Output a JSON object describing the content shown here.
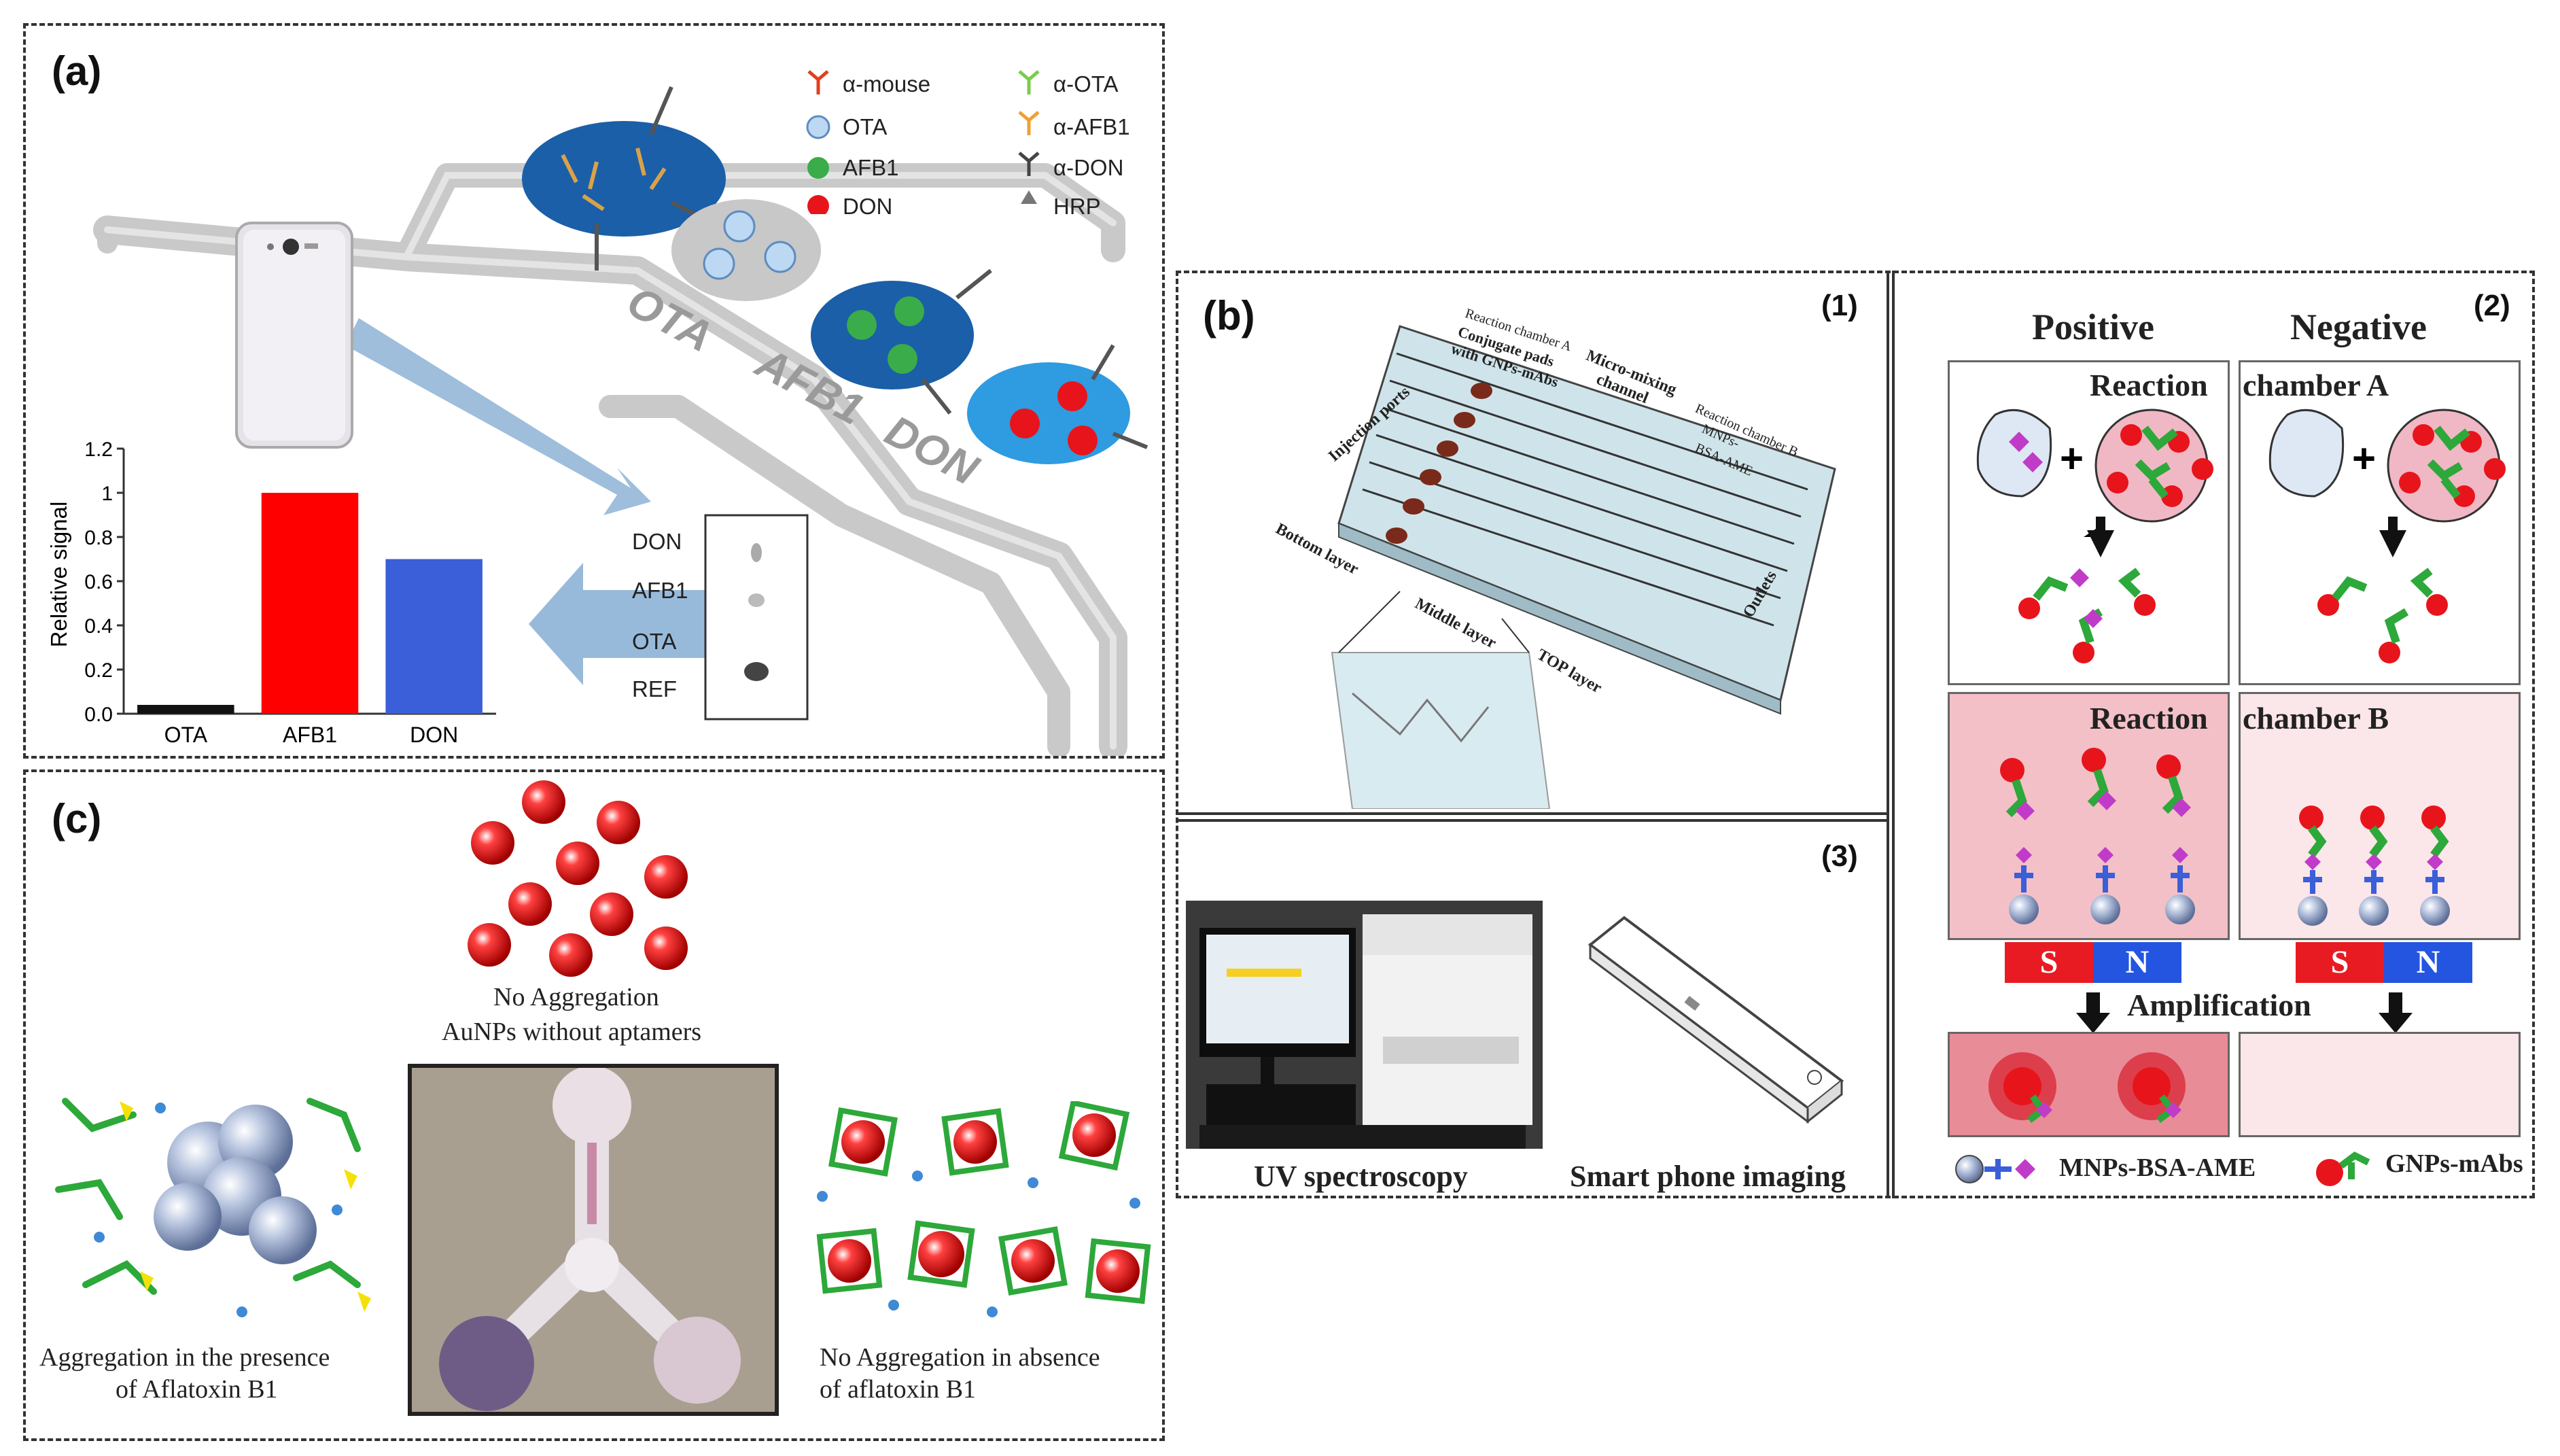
{
  "panel_a": {
    "label": "(a)",
    "legend_left": [
      "α-mouse",
      "OTA",
      "AFB1",
      "DON"
    ],
    "legend_right": [
      "α-OTA",
      "α-AFB1",
      "α-DON",
      "HRP"
    ],
    "channel_labels": [
      "OTA",
      "AFB1",
      "DON"
    ],
    "strip_labels": [
      "DON",
      "AFB1",
      "OTA",
      "REF"
    ]
  },
  "chart_data": {
    "type": "bar",
    "categories": [
      "OTA",
      "AFB1",
      "DON"
    ],
    "values": [
      0.04,
      1.0,
      0.7
    ],
    "colors": [
      "#111111",
      "#ff0000",
      "#3a5fd8"
    ],
    "xlabel": "",
    "ylabel": "Relative signal",
    "ylim": [
      0,
      1.2
    ],
    "yticks": [
      "0.0",
      "0.2",
      "0.4",
      "0.6",
      "0.8",
      "1",
      "1.2"
    ],
    "grid": false
  },
  "panel_b": {
    "label": "(b)",
    "sub1": {
      "num": "(1)",
      "labels": [
        "Reaction chamber A",
        "Conjugate pads",
        "with GNPs-mAbs",
        "Micro-mixing",
        "channel",
        "Reaction chamber B",
        "MNPs-",
        "BSA-AME",
        "Injection ports",
        "Bottom layer",
        "Middle layer",
        "TOP layer",
        "Outlets"
      ]
    },
    "sub2": {
      "num": "(2)",
      "positive": "Positive",
      "negative": "Negative",
      "reaction_a_1": "Reaction",
      "reaction_a_2": "chamber A",
      "reaction_b_1": "Reaction",
      "reaction_b_2": "chamber B",
      "magnet_s": "S",
      "magnet_n": "N",
      "amplification": "Amplification",
      "legend_mnp": "MNPs-BSA-AME",
      "legend_gnp": "GNPs-mAbs"
    },
    "sub3": {
      "num": "(3)",
      "uv": "UV spectroscopy",
      "phone": "Smart phone imaging"
    }
  },
  "panel_c": {
    "label": "(c)",
    "top_1": "No Aggregation",
    "top_2": "AuNPs without aptamers",
    "left_1": "Aggregation in the presence",
    "left_2": "of Aflatoxin B1",
    "right_1": "No Aggregation in absence",
    "right_2": "of aflatoxin B1"
  },
  "colors": {
    "red": "#e8141c",
    "blue_pad": "#1a5fa8",
    "green": "#2da83a",
    "pink_bg": "#f2b8c0",
    "magnet_red": "#e81b23",
    "magnet_blue": "#2455e0"
  }
}
